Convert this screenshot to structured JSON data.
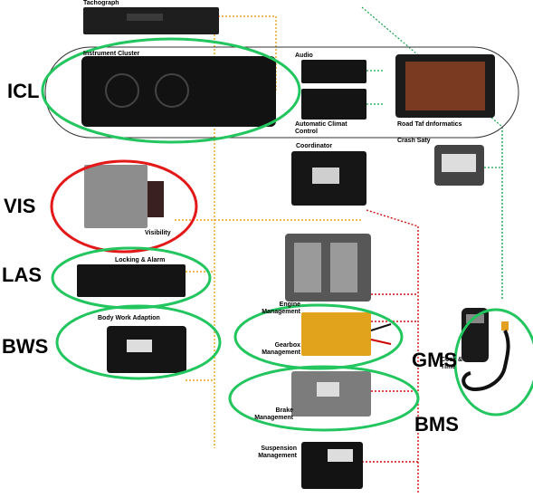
{
  "groups": {
    "icl": "ICL",
    "vis": "VIS",
    "las": "LAS",
    "bws": "BWS",
    "gms": "GMS",
    "bms": "BMS"
  },
  "modules": {
    "tachograph": "Tachograph",
    "instrument_cluster": "Instrument Cluster",
    "audio": "Audio",
    "auto_climate_control": "Automatic Climat Control",
    "road_traffic_informatics": "Road Taf dnformatics",
    "coordinator": "Coordinator",
    "crash_safety": "Crash Saty",
    "visibility": "Visibility",
    "locking_alarm": "Locking & Alarm",
    "body_work_adaption": "Body Work Adaption",
    "engine_management": "Engine Management",
    "gearbox_management": "Gearbox Management",
    "brake_management": "Brake Management",
    "suspension_management": "Suspension Management",
    "clock_time": "Cock & Time"
  },
  "colors": {
    "group_green": "#22c55e",
    "group_red": "#e31818",
    "bus_orange": "#e8a21a",
    "bus_red": "#cc1111",
    "bus_green": "#16a34a",
    "enclosure": "#333333"
  }
}
